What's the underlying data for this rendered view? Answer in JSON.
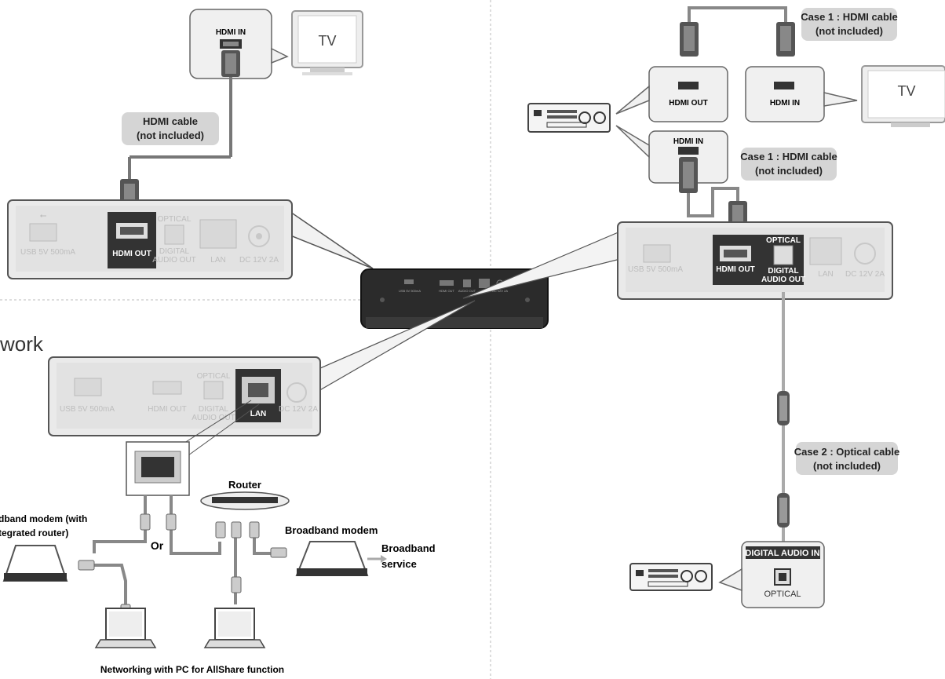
{
  "section_title": "work",
  "tv": {
    "label": "TV",
    "hdmi_in": "HDMI IN",
    "cable_line1": "HDMI cable",
    "cable_line2": "(not included)"
  },
  "panel_hdmi": {
    "usb": "USB 5V 500mA",
    "hdmi_out": "HDMI OUT",
    "optical": "OPTICAL",
    "digital1": "DIGITAL",
    "digital2": "AUDIO OUT",
    "lan": "LAN",
    "dc": "DC 12V 2A"
  },
  "device_ports": {
    "usb": "USB 5V 500mA",
    "hdmi": "HDMI OUT",
    "audio": "AUDIO OUT",
    "lan": "LAN",
    "dc": "DC 12V 2A"
  },
  "network": {
    "router": "Router",
    "or": "Or",
    "modem_router_line1": "dband modem (with",
    "modem_router_line2": "tegrated router)",
    "broadband_modem": "Broadband modem",
    "broadband_service_line1": "Broadband",
    "broadband_service_line2": "service",
    "pc_caption": "Networking with PC for AllShare function"
  },
  "av_right": {
    "hdmi_out": "HDMI OUT",
    "hdmi_in": "HDMI IN",
    "hdmi_in_receiver": "HDMI IN",
    "tv_label": "TV",
    "case1_top_line1": "Case 1 : HDMI cable",
    "case1_top_line2": "(not included)",
    "case1_mid_line1": "Case 1 : HDMI cable",
    "case1_mid_line2": "(not included)",
    "case2_line1": "Case 2 : Optical cable",
    "case2_line2": "(not included)",
    "digital_audio_in": "DIGITAL AUDIO IN",
    "optical": "OPTICAL"
  }
}
